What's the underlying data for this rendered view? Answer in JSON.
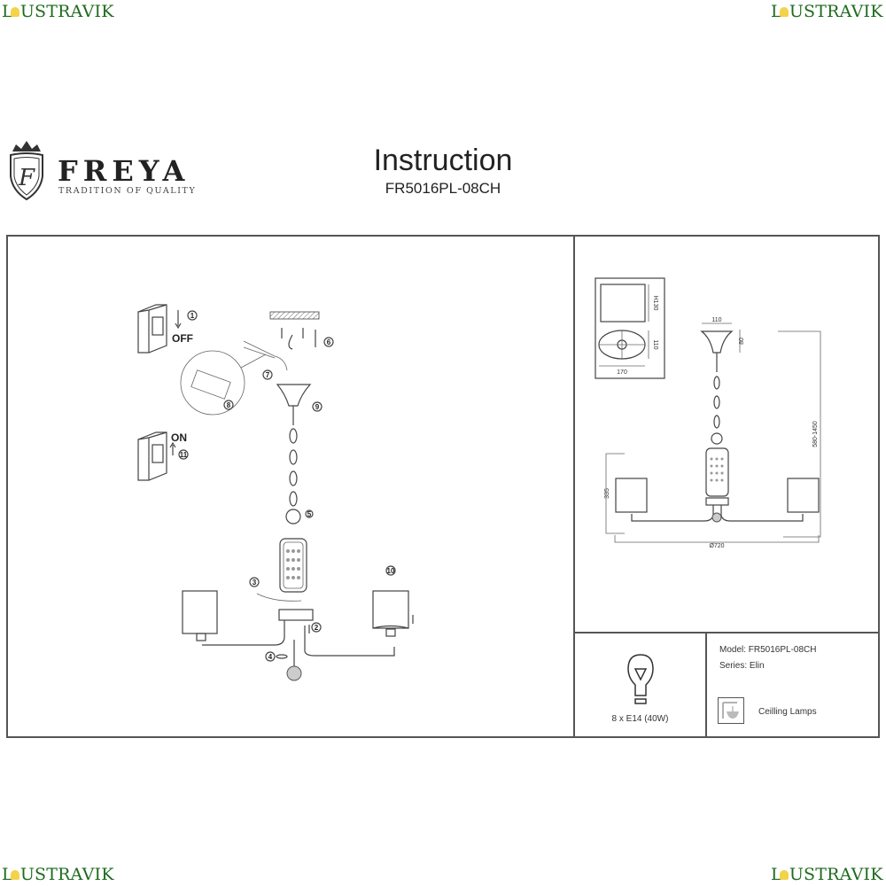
{
  "watermark": {
    "text_prefix": "L",
    "text_suffix": "USTRAVIK",
    "color": "#1e6b1e",
    "bulb_color": "#f3d34a"
  },
  "brand": {
    "name": "FREYA",
    "tagline": "TRADITION OF QUALITY",
    "monogram": "F"
  },
  "header": {
    "title": "Instruction",
    "model_code": "FR5016PL-08CH"
  },
  "assembly": {
    "switch_off_label": "OFF",
    "switch_on_label": "ON",
    "steps": [
      "1",
      "2",
      "3",
      "4",
      "5",
      "6",
      "7",
      "8",
      "9",
      "10",
      "11"
    ]
  },
  "dimensions": {
    "shade_height": "H130",
    "shade_depth": "110",
    "shade_width": "170",
    "canopy_width": "110",
    "canopy_height": "80",
    "total_height": "580-1450",
    "arm_height": "335",
    "diameter": "Ø720"
  },
  "specs": {
    "bulb": "8 x E14 (40W)",
    "model": "Model: FR5016PL-08CH",
    "series": "Series: Elin",
    "category": "Ceilling Lamps"
  }
}
